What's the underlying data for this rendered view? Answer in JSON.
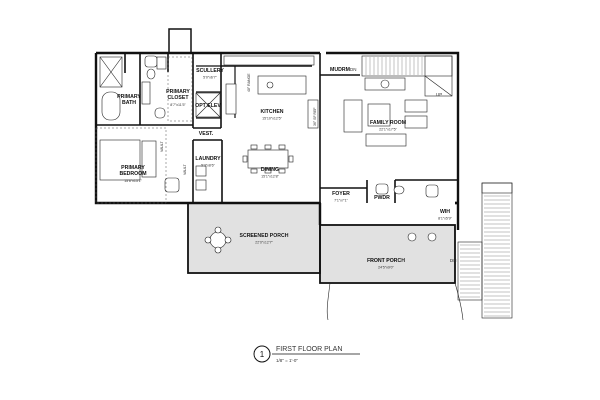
{
  "rooms": [
    {
      "id": "scullery",
      "name": "SCULLERY",
      "dim": "5'0\"x6'7\""
    },
    {
      "id": "primary-bath",
      "name": "PRIMARY\nBATH",
      "dim": ""
    },
    {
      "id": "primary-closet",
      "name": "PRIMARY\nCLOSET",
      "dim": "8'7\"x11'5\""
    },
    {
      "id": "opt-elev",
      "name": "OPT ELEV",
      "dim": ""
    },
    {
      "id": "kitchen",
      "name": "KITCHEN",
      "dim": "15'10\"x12'5\""
    },
    {
      "id": "mudrm",
      "name": "MUDRM",
      "dim": ""
    },
    {
      "id": "family-room",
      "name": "FAMILY ROOM",
      "dim": "22'1\"x17'5\""
    },
    {
      "id": "vest",
      "name": "VEST.",
      "dim": ""
    },
    {
      "id": "laundry",
      "name": "LAUNDRY",
      "dim": "5'3\"x8'6\""
    },
    {
      "id": "primary-bedroom",
      "name": "PRIMARY\nBEDROOM",
      "dim": "15'6\"x13'1\""
    },
    {
      "id": "dining",
      "name": "DINING",
      "dim": "15'1\"x12'8\""
    },
    {
      "id": "foyer",
      "name": "FOYER",
      "dim": "7'1\"x7'1\""
    },
    {
      "id": "pwdr",
      "name": "PWDR",
      "dim": ""
    },
    {
      "id": "wih",
      "name": "WIH",
      "dim": "8'1\"x5'9\""
    },
    {
      "id": "screened-porch",
      "name": "SCREENED PORCH",
      "dim": "22'0\"x12'7\""
    },
    {
      "id": "front-porch",
      "name": "FRONT PORCH",
      "dim": "24'5\"x9'0\""
    }
  ],
  "notes": {
    "dn": "DN",
    "up": "UP",
    "range": "48\" RANGE",
    "fridge": "36\" SF REF",
    "vault": "VAULT"
  },
  "title_block": {
    "number": "1",
    "title": "FIRST FLOOR PLAN",
    "scale": "1/8\" = 1'-0\""
  }
}
